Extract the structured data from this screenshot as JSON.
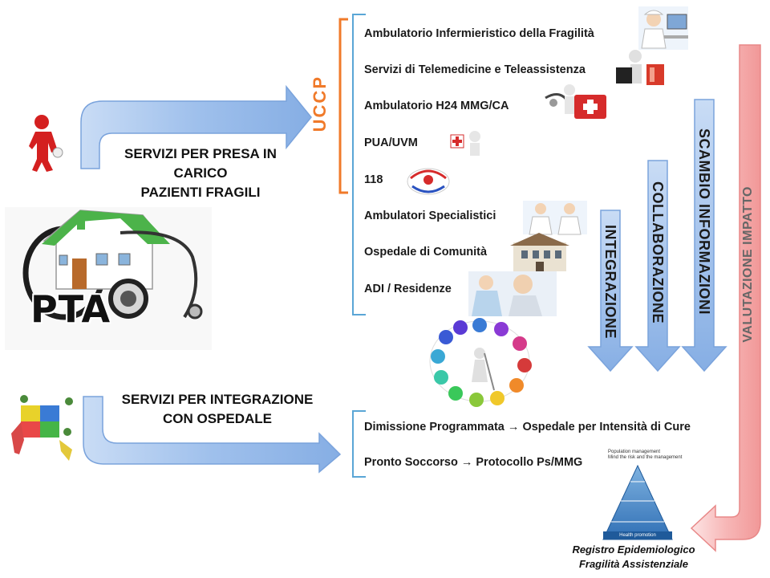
{
  "heading_presa": [
    "SERVIZI PER PRESA IN",
    "CARICO",
    "PAZIENTI FRAGILI"
  ],
  "heading_integrazione": [
    "SERVIZI PER INTEGRAZIONE",
    "CON OSPEDALE"
  ],
  "uccp_label": "UCCP",
  "pta_label": "PTA",
  "uccp_services": [
    "Ambulatorio Infermieristico della Fragilità",
    "Servizi di Telemedicine e Teleassistenza",
    "Ambulatorio H24 MMG/CA",
    "PUA/UVM",
    "118",
    "Ambulatori Specialistici",
    "Ospedale di Comunità",
    "ADI / Residenze"
  ],
  "hospital_services": [
    {
      "from": "Dimissione Programmata",
      "to": "Ospedale per Intensità di Cure"
    },
    {
      "from": "Pronto Soccorso",
      "to": "Protocollo Ps/MMG"
    }
  ],
  "arrow_symbol": "→",
  "down_arrows": [
    "INTEGRAZIONE",
    "COLLABORAZIONE",
    "SCAMBIO INFORMAZIONI"
  ],
  "valutazione_label": "VALUTAZIONE IMPATTO",
  "pyramid": {
    "title": "Population management",
    "subtitle": "Mind the risk and the management",
    "base_label": "Health promotion"
  },
  "registry": [
    "Registro Epidemiologico",
    "Fragilità Assistenziale"
  ],
  "colors": {
    "blue_arrow": "#8db3e8",
    "blue_arrow_edge": "#6f96d1",
    "orange": "#f07a2a",
    "bracket_blue": "#5aa6d6",
    "red_arrow": "#f4a3a3"
  }
}
